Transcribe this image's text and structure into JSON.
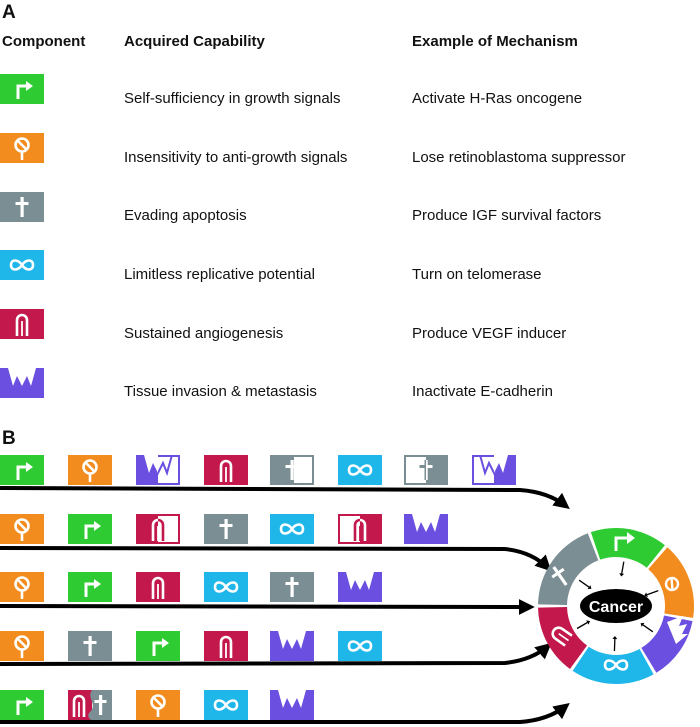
{
  "panel_a": {
    "label": "A",
    "headers": {
      "component": "Component",
      "capability": "Acquired Capability",
      "mechanism": "Example of Mechanism"
    },
    "rows": [
      {
        "icon": "growth-arrow-icon",
        "color": "#2ecc32",
        "capability": "Self-sufficiency in growth signals",
        "mechanism": "Activate H-Ras oncogene"
      },
      {
        "icon": "no-sign-icon",
        "color": "#f28c1e",
        "capability": "Insensitivity to anti-growth signals",
        "mechanism": "Lose retinoblastoma suppressor"
      },
      {
        "icon": "cross-icon",
        "color": "#7b8e93",
        "capability": "Evading apoptosis",
        "mechanism": "Produce IGF survival factors"
      },
      {
        "icon": "infinity-icon",
        "color": "#1fb6ea",
        "capability": "Limitless replicative potential",
        "mechanism": "Turn on telomerase"
      },
      {
        "icon": "vessel-icon",
        "color": "#c2184b",
        "capability": "Sustained angiogenesis",
        "mechanism": "Produce VEGF inducer"
      },
      {
        "icon": "invasion-icon",
        "color": "#6b4fe0",
        "capability": "Tissue invasion & metastasis",
        "mechanism": "Inactivate E-cadherin"
      }
    ]
  },
  "panel_b": {
    "label": "B",
    "center_label": "Cancer",
    "pathways": [
      {
        "icons": [
          "growth",
          "no",
          "invasion-partial",
          "vessel",
          "cross-partial",
          "infinity",
          "cross-half",
          "invasion-outline"
        ]
      },
      {
        "icons": [
          "no",
          "growth",
          "vessel-split",
          "cross",
          "infinity",
          "vessel-half",
          "invasion"
        ]
      },
      {
        "icons": [
          "no",
          "growth",
          "vessel",
          "infinity",
          "cross",
          "invasion"
        ]
      },
      {
        "icons": [
          "no",
          "cross",
          "growth",
          "vessel",
          "invasion",
          "infinity"
        ]
      },
      {
        "icons": [
          "growth",
          "vessel-cross",
          "no",
          "infinity",
          "invasion"
        ]
      }
    ]
  },
  "colors": {
    "growth": "#2ecc32",
    "no": "#f28c1e",
    "cross": "#7b8e93",
    "infinity": "#1fb6ea",
    "vessel": "#c2184b",
    "invasion": "#6b4fe0",
    "arrow": "#000000"
  }
}
